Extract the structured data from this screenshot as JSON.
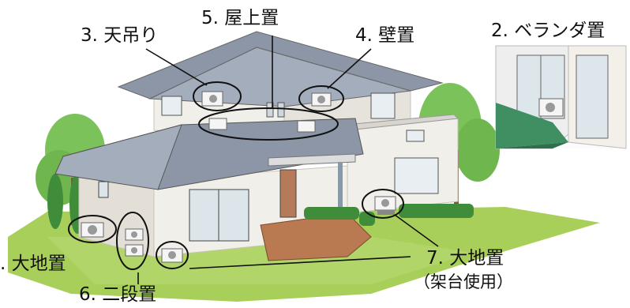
{
  "labels": {
    "hanging": "3. 天吊り",
    "rooftop": "5. 屋上置",
    "wall": "4. 壁置",
    "veranda": "2. ベランダ置",
    "ground_left": ". 大地置",
    "two_tier": "6. 二段置",
    "ground_stand": "7. 大地置",
    "ground_stand_sub": "（架台使用）"
  },
  "colors": {
    "roof": "#8c96a6",
    "wall": "#f1efe9",
    "lawn": "#a9cf5b",
    "tree": "#6fb64f",
    "hedge": "#3f8c3a",
    "brick": "#b97a52",
    "veranda_floor": "#3f8f63"
  }
}
